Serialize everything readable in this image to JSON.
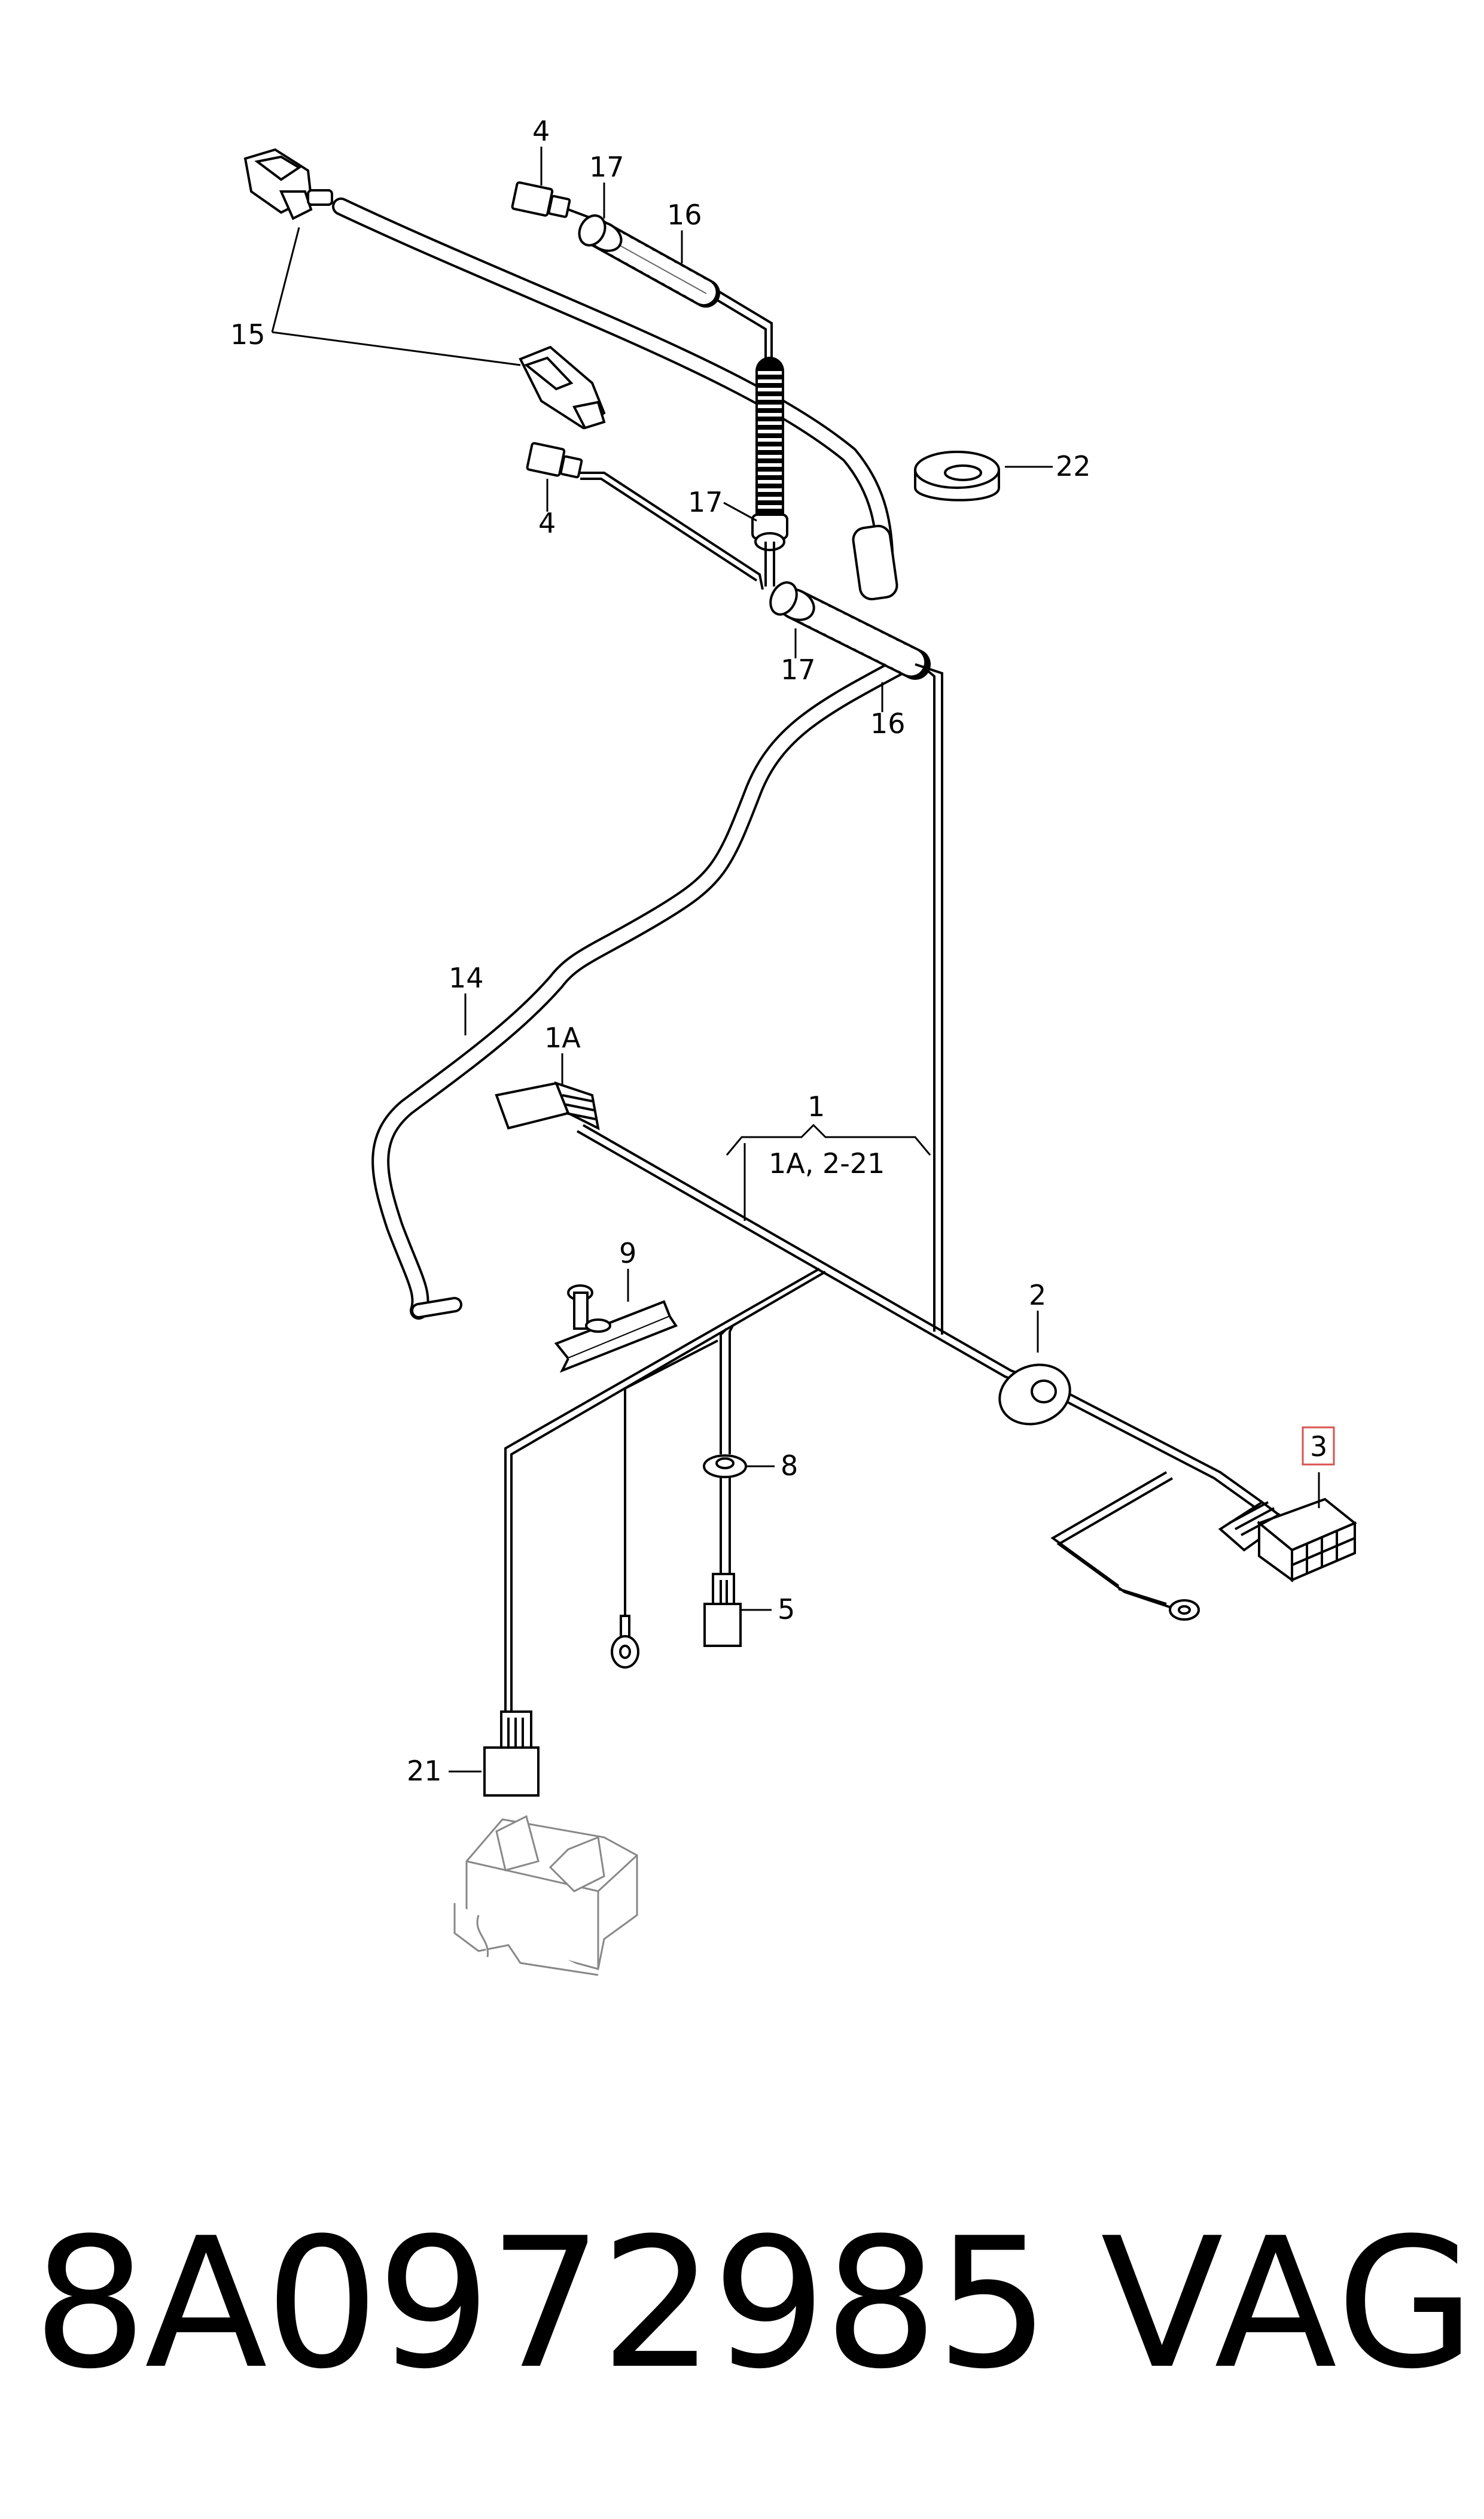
{
  "diagram": {
    "callouts": {
      "c4_top": "4",
      "c17_top": "17",
      "c16_top": "16",
      "c15": "15",
      "c22": "22",
      "c17_mid": "17",
      "c4_mid": "4",
      "c17_low": "17",
      "c16_low": "16",
      "c14": "14",
      "c1A": "1A",
      "c1": "1",
      "c1_range": "1A, 2-21",
      "c9": "9",
      "c2": "2",
      "c3": "3",
      "c8": "8",
      "c5": "5",
      "c21": "21"
    },
    "highlight_color": "#d9534f"
  },
  "footer": {
    "part_number": "8A0972985",
    "brand": "VAG"
  }
}
